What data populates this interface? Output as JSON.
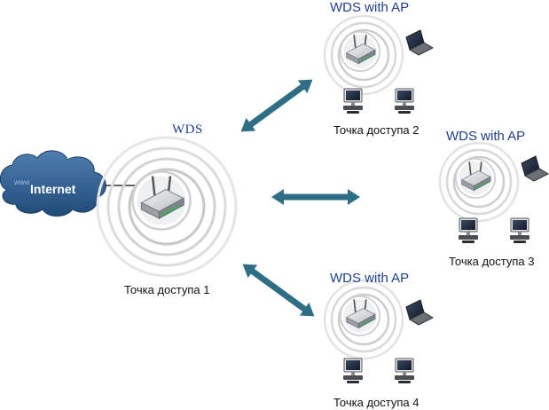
{
  "internet": {
    "www": "www",
    "label": "Internet"
  },
  "main_ap": {
    "title": "WDS",
    "caption": "Точка доступа 1"
  },
  "ap2": {
    "title": "WDS with AP",
    "caption": "Точка доступа 2"
  },
  "ap3": {
    "title": "WDS with AP",
    "caption": "Точка доступа 3"
  },
  "ap4": {
    "title": "WDS with AP",
    "caption": "Точка доступа 4"
  },
  "colors": {
    "title_blue": "#1f3f8f",
    "arrow": "#2f6f86",
    "cloud": "#2e5c8a",
    "ring": "#c8c8c8"
  },
  "icons": [
    "cloud-icon",
    "router-icon",
    "laptop-icon",
    "desktop-icon",
    "double-arrow-icon"
  ]
}
